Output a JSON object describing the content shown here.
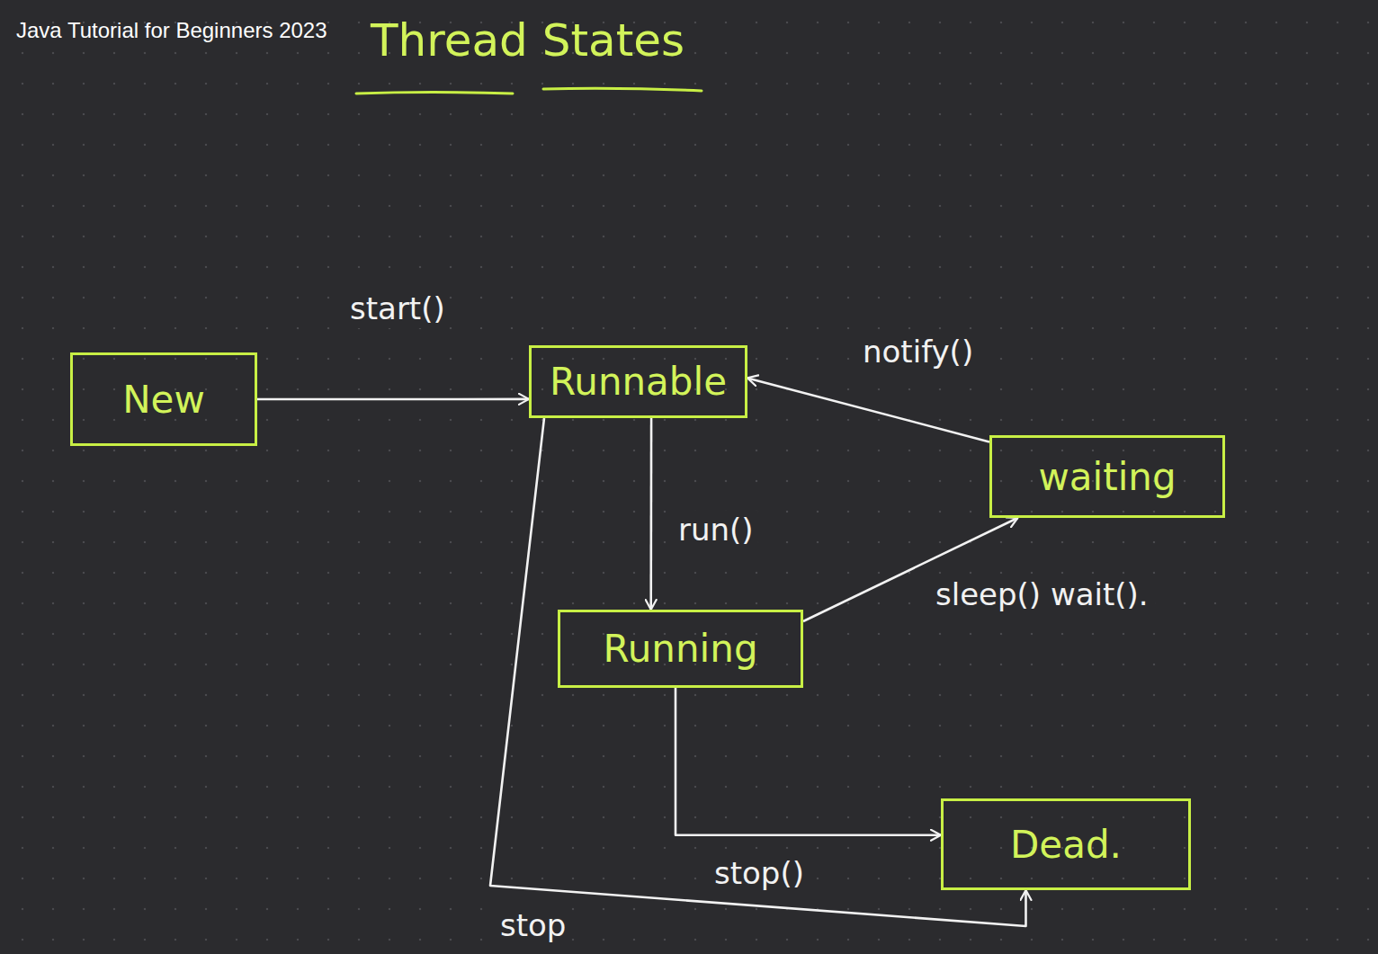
{
  "diagram": {
    "title": "Thread States",
    "nodes": [
      {
        "text": [
          "New"
        ]
      },
      {
        "text": [
          "Runnable"
        ]
      },
      {
        "text": [
          "waiting"
        ]
      },
      {
        "text": [
          "Running"
        ]
      },
      {
        "text": [
          "Dead."
        ]
      }
    ],
    "edges": [
      {
        "from": 0,
        "to": 1,
        "label": "start()",
        "arrow": "to"
      },
      {
        "from": 1,
        "to": 3,
        "label": "run()",
        "arrow": "to"
      },
      {
        "from": 3,
        "to": 2,
        "label": "sleep() wait().",
        "arrow": "to"
      },
      {
        "from": 2,
        "to": 1,
        "label": "notify()",
        "arrow": "to"
      },
      {
        "from": 3,
        "to": 4,
        "label": "stop()",
        "arrow": "to"
      },
      {
        "from": 1,
        "to": 4,
        "label": "stop",
        "arrow": "to"
      }
    ],
    "labels": [
      "Java Tutorial for Beginners 2023"
    ]
  }
}
